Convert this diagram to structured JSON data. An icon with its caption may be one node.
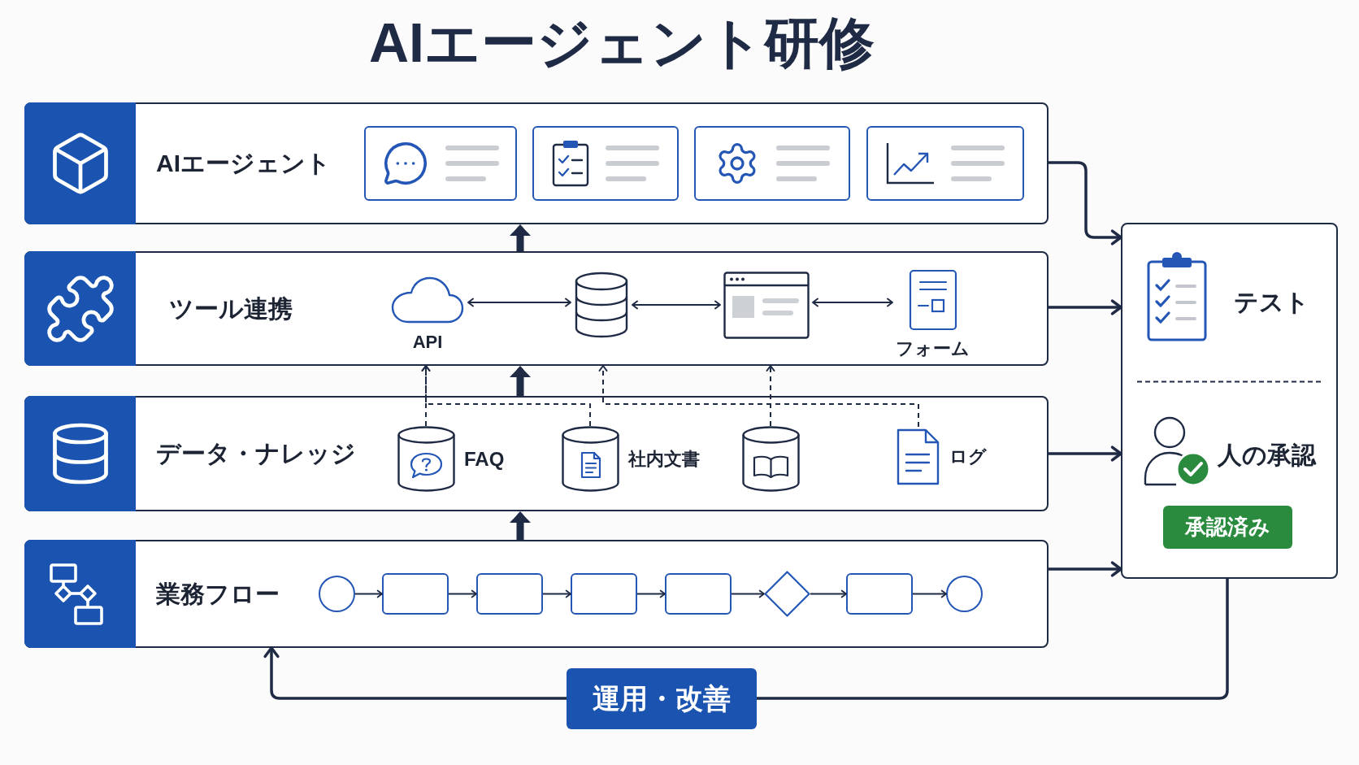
{
  "diagram": {
    "title": "AIエージェント研修",
    "nodes": [
      {
        "text": [
          "AIエージェント"
        ]
      },
      {
        "text": [],
        "shape": "box",
        "in": 0
      },
      {
        "text": [],
        "shape": "box",
        "in": 0
      },
      {
        "text": [],
        "shape": "box",
        "in": 0
      },
      {
        "text": [],
        "shape": "box",
        "in": 0
      },
      {
        "text": [
          "ツール連携"
        ]
      },
      {
        "text": [
          "API"
        ],
        "in": 5
      },
      {
        "text": [],
        "shape": "cylinder",
        "in": 5
      },
      {
        "text": [],
        "shape": "picture",
        "in": 5
      },
      {
        "text": [
          "フォーム"
        ],
        "in": 5
      },
      {
        "text": [
          "データ・ナレッジ"
        ]
      },
      {
        "text": [
          "FAQ"
        ],
        "in": 10
      },
      {
        "text": [
          "社内文書"
        ],
        "in": 10
      },
      {
        "text": [],
        "shape": "cylinder",
        "in": 10
      },
      {
        "text": [
          "ログ"
        ],
        "in": 10
      },
      {
        "text": [
          "業務フロー"
        ]
      },
      {
        "text": [],
        "shape": "circle",
        "in": 15
      },
      {
        "text": [],
        "shape": "box",
        "in": 15
      },
      {
        "text": [],
        "shape": "box",
        "in": 15
      },
      {
        "text": [],
        "shape": "box",
        "in": 15
      },
      {
        "text": [],
        "shape": "box",
        "in": 15
      },
      {
        "text": [],
        "shape": "diamond",
        "in": 15
      },
      {
        "text": [],
        "shape": "box",
        "in": 15
      },
      {
        "text": [],
        "shape": "circle",
        "in": 15
      },
      {
        "text": [
          "テスト",
          "人の承認"
        ]
      },
      {
        "text": [
          "承認済み"
        ],
        "in": 24
      },
      {
        "text": [
          "運用・改善"
        ]
      }
    ],
    "edges": [
      {
        "from": 15,
        "to": 10,
        "arrow": "to",
        "style": "thick"
      },
      {
        "from": 10,
        "to": 5,
        "arrow": "to",
        "style": "thick"
      },
      {
        "from": 5,
        "to": 0,
        "arrow": "to",
        "style": "thick"
      },
      {
        "from": 6,
        "to": 7,
        "arrow": "both"
      },
      {
        "from": 7,
        "to": 8,
        "arrow": "both"
      },
      {
        "from": 8,
        "to": 9,
        "arrow": "both"
      },
      {
        "from": 11,
        "to": 5,
        "arrow": "to",
        "style": "dashed"
      },
      {
        "from": 12,
        "to": 5,
        "arrow": "to",
        "style": "dashed"
      },
      {
        "from": 13,
        "to": 5,
        "arrow": "to",
        "style": "dashed"
      },
      {
        "from": 14,
        "to": 5,
        "arrow": "to",
        "style": "dashed"
      },
      {
        "from": 16,
        "to": 17,
        "arrow": "to"
      },
      {
        "from": 17,
        "to": 18,
        "arrow": "to"
      },
      {
        "from": 18,
        "to": 19,
        "arrow": "to"
      },
      {
        "from": 19,
        "to": 20,
        "arrow": "to"
      },
      {
        "from": 20,
        "to": 21,
        "arrow": "to"
      },
      {
        "from": 21,
        "to": 22,
        "arrow": "to"
      },
      {
        "from": 22,
        "to": 23,
        "arrow": "to"
      },
      {
        "from": 0,
        "to": 24,
        "arrow": "to"
      },
      {
        "from": 5,
        "to": 24,
        "arrow": "to"
      },
      {
        "from": 10,
        "to": 24,
        "arrow": "to"
      },
      {
        "from": 15,
        "to": 24,
        "arrow": "to"
      },
      {
        "from": 24,
        "to": 26,
        "arrow": "none"
      },
      {
        "from": 26,
        "to": 15,
        "arrow": "to"
      }
    ]
  }
}
